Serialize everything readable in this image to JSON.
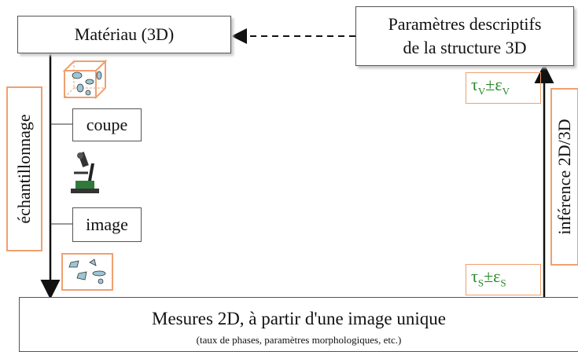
{
  "nodes": {
    "materiau": "Matériau (3D)",
    "params_line1": "Paramètres descriptifs",
    "params_line2": "de la structure 3D",
    "coupe": "coupe",
    "image": "image",
    "mesures_main": "Mesures 2D, à partir d'une image unique",
    "mesures_sub": "(taux de phases, paramètres morphologiques, etc.)"
  },
  "side_labels": {
    "left": "échantillonnage",
    "right": "inférence 2D/3D"
  },
  "symbols": {
    "tau_v_base": "τ",
    "tau_v_sub": "V",
    "pm": "±",
    "eps_v_base": "ε",
    "eps_v_sub": "V",
    "tau_s_base": "τ",
    "tau_s_sub": "S",
    "eps_s_base": "ε",
    "eps_s_sub": "S"
  },
  "colors": {
    "accent": "#f0a070",
    "symbol_green": "#2a8a2a",
    "line": "#111111"
  }
}
